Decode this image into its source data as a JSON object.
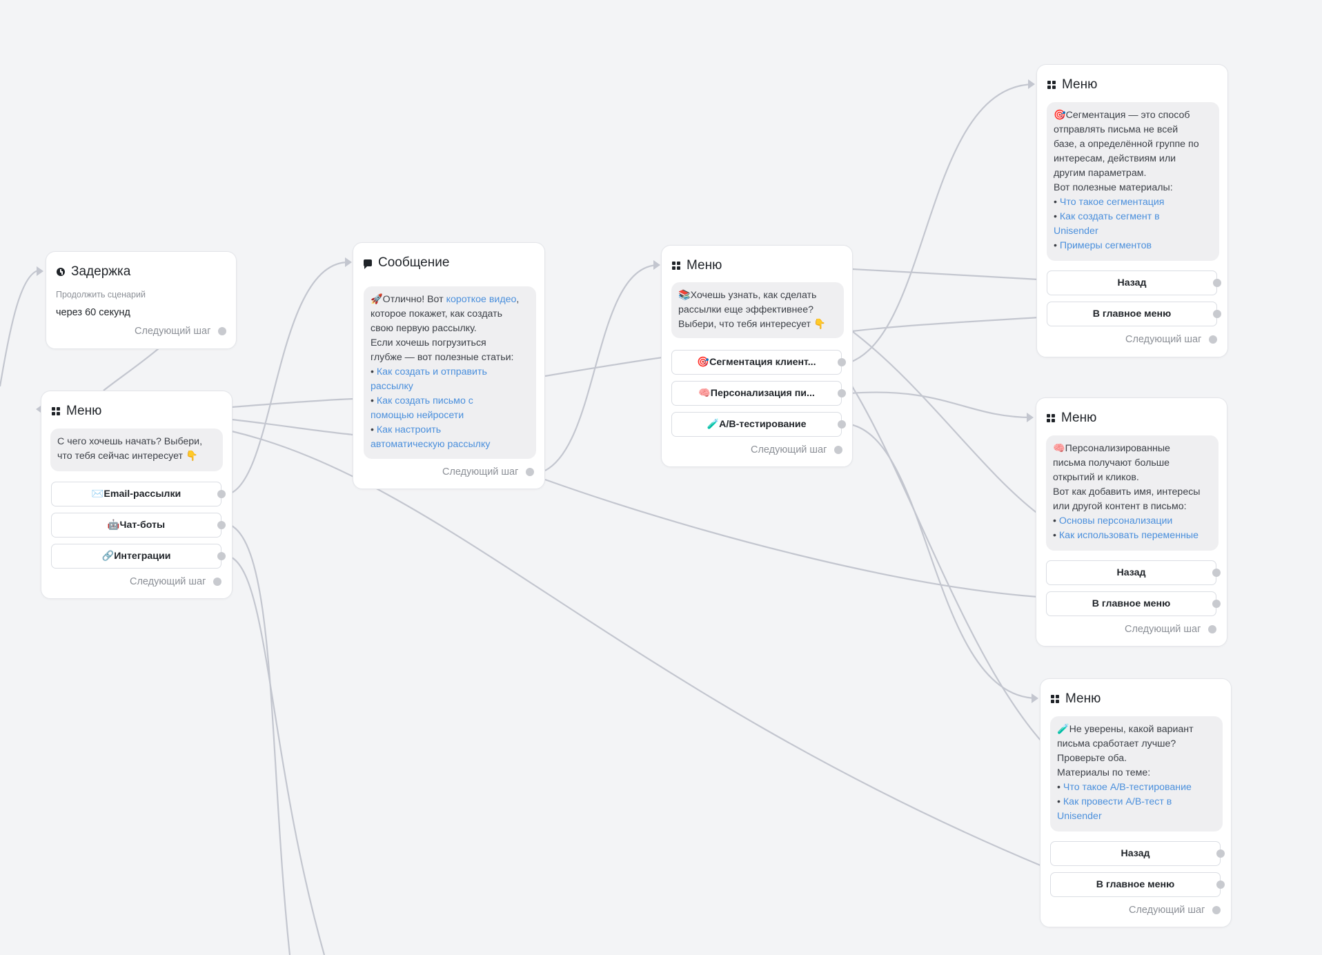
{
  "canvas": {
    "wire_color": "#c3c6cf",
    "link_color": "#4a8fdc",
    "background": "#f3f4f6"
  },
  "delay_node": {
    "icon": "clock-icon",
    "title": "Задержка",
    "subtitle": "Продолжить сценарий",
    "value": "через 60 секунд",
    "next_step": "Следующий шаг"
  },
  "main_menu": {
    "icon": "grid-icon",
    "title": "Меню",
    "message": "С чего хочешь начать? Выбери, что тебя сейчас интересует 👇",
    "buttons": [
      "✉️Email-рассылки",
      "🤖Чат-боты",
      "🔗Интеграции"
    ],
    "next_step": "Следующий шаг"
  },
  "message_node": {
    "icon": "chat-icon",
    "title": "Сообщение",
    "text_before_link": "🚀Отлично! Вот ",
    "link_video": "короткое видео",
    "text_after_link": ",",
    "lines": [
      "которое покажет, как создать",
      "свою первую рассылку.",
      "Если хочешь погрузиться",
      "глубже — вот полезные статьи:"
    ],
    "bullet": "•",
    "links": [
      "Как создать и отправить",
      "рассылку",
      "Как создать письмо с",
      "помощью нейросети",
      "Как настроить",
      "автоматическую рассылку"
    ],
    "next_step": "Следующий шаг"
  },
  "email_menu": {
    "icon": "grid-icon",
    "title": "Меню",
    "lines": [
      "📚Хочешь узнать, как сделать",
      "рассылки еще эффективнее?",
      "Выбери, что тебя интересует 👇"
    ],
    "buttons": [
      "🎯Сегментация клиент...",
      "🧠Персонализация пи...",
      "🧪A/B-тестирование"
    ],
    "next_step": "Следующий шаг"
  },
  "seg_menu": {
    "icon": "grid-icon",
    "title": "Меню",
    "lines": [
      "🎯Сегментация — это способ",
      "отправлять письма не всей",
      "базе, а определённой группе по",
      "интересам, действиям или",
      "другим параметрам.",
      "Вот полезные материалы:"
    ],
    "bullet": "•",
    "links": [
      "Что такое сегментация",
      "Как создать сегмент в",
      "Unisender",
      "Примеры сегментов"
    ],
    "buttons": [
      "Назад",
      "В главное меню"
    ],
    "next_step": "Следующий шаг"
  },
  "pers_menu": {
    "icon": "grid-icon",
    "title": "Меню",
    "lines": [
      "🧠Персонализированные",
      "письма получают больше",
      "открытий и кликов.",
      "Вот как добавить имя, интересы",
      "или другой контент в письмо:"
    ],
    "bullet": "•",
    "links": [
      "Основы персонализации",
      "Как использовать переменные"
    ],
    "buttons": [
      "Назад",
      "В главное меню"
    ],
    "next_step": "Следующий шаг"
  },
  "ab_menu": {
    "icon": "grid-icon",
    "title": "Меню",
    "lines": [
      "🧪Не уверены, какой вариант",
      "письма сработает лучше?",
      "Проверьте оба.",
      "Материалы по теме:"
    ],
    "bullet": "•",
    "links": [
      "Что такое A/B-тестирование",
      "Как провести A/B-тест в",
      "Unisender"
    ],
    "buttons": [
      "Назад",
      "В главное меню"
    ],
    "next_step": "Следующий шаг"
  }
}
